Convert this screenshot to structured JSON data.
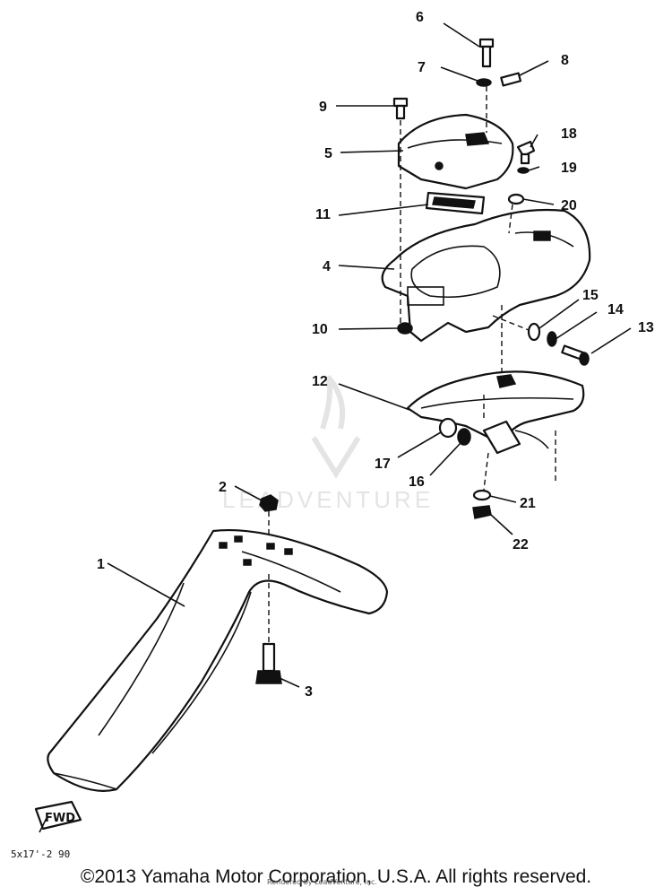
{
  "callouts": [
    "1",
    "2",
    "3",
    "4",
    "5",
    "6",
    "7",
    "8",
    "9",
    "10",
    "11",
    "12",
    "13",
    "14",
    "15",
    "16",
    "17",
    "18",
    "19",
    "20",
    "21",
    "22"
  ],
  "fwd_label": "FWD",
  "diagram_code": "5x17'-2 90",
  "watermark": "LEADVENTURE",
  "credit": "Rendered by LeadVenture, Inc.",
  "copyright": "©2013 Yamaha Motor Corporation, U.S.A. All rights reserved."
}
